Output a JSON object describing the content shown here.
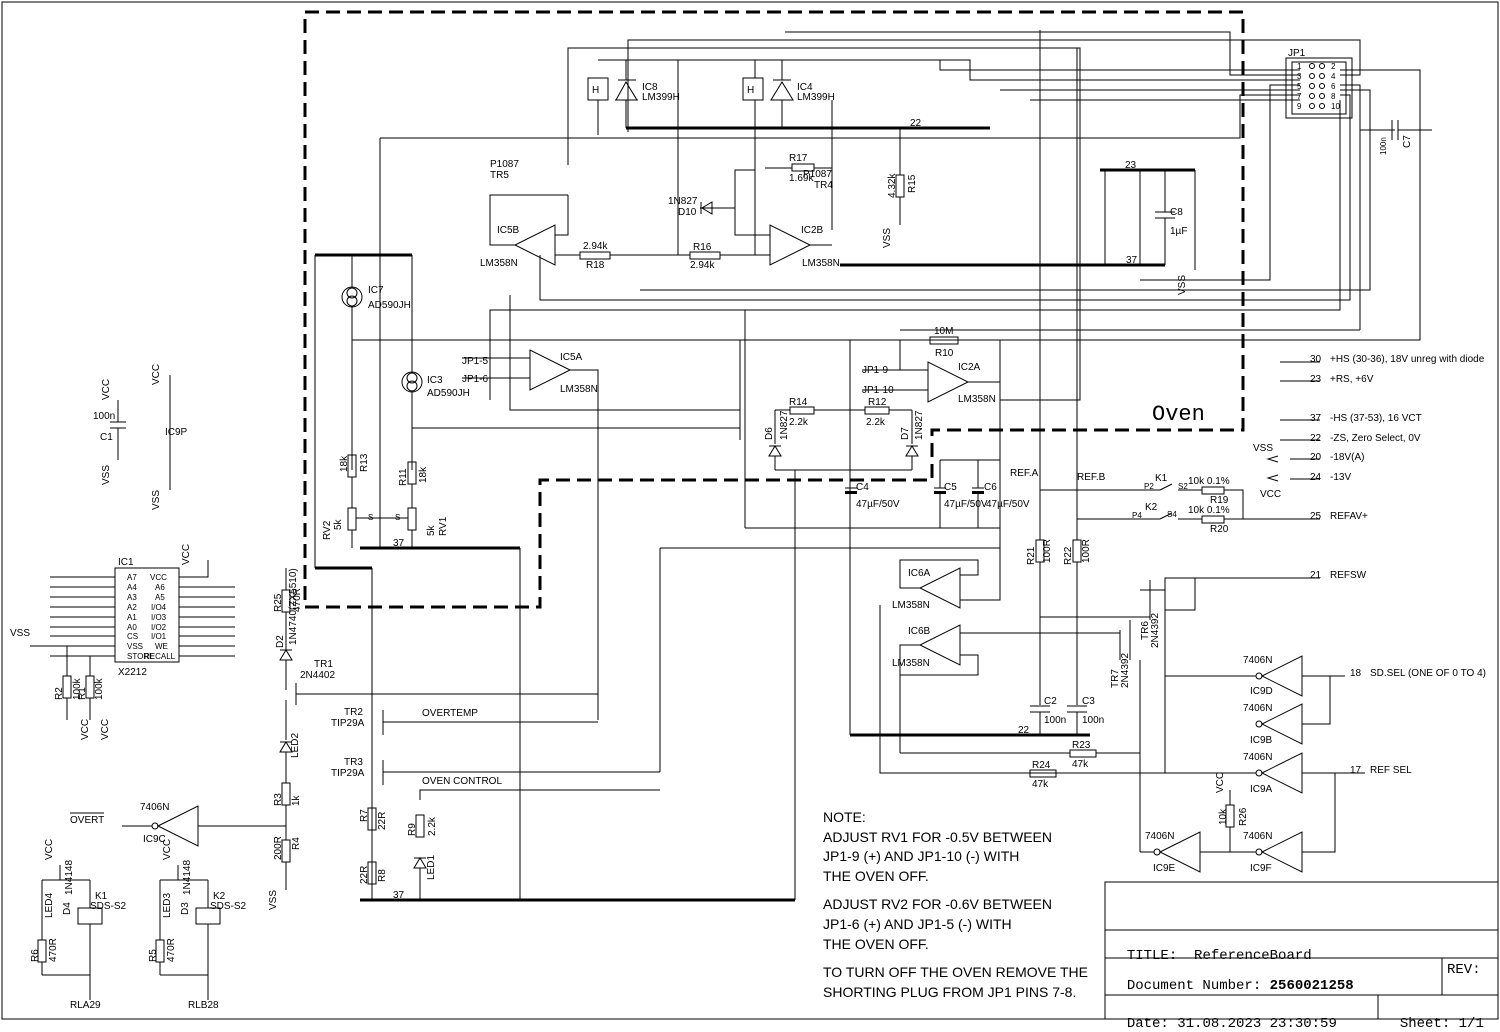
{
  "oven_label": "Oven",
  "note": {
    "heading": "NOTE:",
    "lines1": [
      "ADJUST RV1 FOR -0.5V BETWEEN",
      "JP1-9 (+) AND JP1-10 (-) WITH",
      "THE OVEN OFF."
    ],
    "lines2": [
      "ADJUST RV2 FOR -0.6V BETWEEN",
      "JP1-6 (+) AND JP1-5 (-) WITH",
      "THE OVEN OFF."
    ],
    "lines3": [
      "TO TURN OFF THE OVEN REMOVE THE",
      "SHORTING PLUG FROM JP1 PINS 7-8."
    ]
  },
  "title_block": {
    "title_label": "TITLE:",
    "title_value": "ReferenceBoard",
    "docnum_label": "Document Number:",
    "docnum_value": "2560021258",
    "rev_label": "REV:",
    "date_label": "Date:",
    "date_value": "31.08.2023 23:30:59",
    "sheet_label": "Sheet:",
    "sheet_value": "1/1"
  },
  "connector": {
    "name": "JP1",
    "left_pins": [
      "1",
      "3",
      "5",
      "7",
      "9"
    ],
    "right_pins": [
      "2",
      "4",
      "6",
      "8",
      "10"
    ]
  },
  "nets": [
    {
      "num": "30",
      "label": "+HS (30-36), 18V unreg with diode"
    },
    {
      "num": "23",
      "label": "+RS, +6V"
    },
    {
      "num": "37",
      "label": "-HS (37-53), 16 VCT"
    },
    {
      "num": "22",
      "label": "-ZS, Zero Select, 0V"
    },
    {
      "num": "20",
      "label": "-18V(A)"
    },
    {
      "num": "24",
      "label": "-13V"
    },
    {
      "num": "25",
      "label": "REFAV+"
    },
    {
      "num": "21",
      "label": "REFSW"
    },
    {
      "num": "18",
      "label": "SD.SEL (ONE OF 0 TO 4)"
    },
    {
      "num": "17",
      "label": "REF SEL"
    }
  ],
  "misc": {
    "vss": "VSS",
    "vcc": "VCC",
    "refa": "REF.A",
    "refb": "REF.B",
    "overtemp": "OVERTEMP",
    "oven_control": "OVEN CONTROL",
    "overt": "OVERT",
    "rla": "RLA29",
    "rlb": "RLB28"
  },
  "parts": {
    "ic8": {
      "ref": "IC8",
      "val": "LM399H"
    },
    "ic4": {
      "ref": "IC4",
      "val": "LM399H"
    },
    "ic5b": {
      "ref": "IC5B",
      "val": "LM358N"
    },
    "ic2b": {
      "ref": "IC2B",
      "val": "LM358N"
    },
    "ic5a": {
      "ref": "IC5A",
      "val": "LM358N"
    },
    "ic2a": {
      "ref": "IC2A",
      "val": "LM358N"
    },
    "ic6a": {
      "ref": "IC6A",
      "val": "LM358N"
    },
    "ic6b": {
      "ref": "IC6B",
      "val": "LM358N"
    },
    "ic7": {
      "ref": "IC7",
      "val": "AD590JH"
    },
    "ic3": {
      "ref": "IC3",
      "val": "AD590JH"
    },
    "ic1": {
      "ref": "IC1",
      "val": "X2212"
    },
    "ic9p": {
      "ref": "IC9P"
    },
    "ic9": [
      "IC9A",
      "IC9B",
      "IC9C",
      "IC9D",
      "IC9E",
      "IC9F"
    ],
    "inv": "7406N",
    "tr5": {
      "ref": "TR5",
      "val": "P1087"
    },
    "tr4": {
      "ref": "TR4",
      "val": "P1087"
    },
    "d10": {
      "ref": "D10",
      "val": "1N827"
    },
    "r18": {
      "ref": "R18",
      "val": "2.94k"
    },
    "r16": {
      "ref": "R16",
      "val": "2.94k"
    },
    "r17": {
      "ref": "R17",
      "val": "1.69k"
    },
    "r15": {
      "ref": "R15",
      "val": "4.32k"
    },
    "c8": {
      "ref": "C8",
      "val": "1µF"
    },
    "c7": {
      "ref": "C7",
      "val": "100n"
    },
    "r10": {
      "ref": "R10",
      "val": "10M"
    },
    "r14": {
      "ref": "R14",
      "val": "2.2k"
    },
    "r12": {
      "ref": "R12",
      "val": "2.2k"
    },
    "d6": {
      "ref": "D6",
      "val": "1N827"
    },
    "d7": {
      "ref": "D7",
      "val": "1N827"
    },
    "c4": {
      "ref": "C4",
      "val": "47µF/50V"
    },
    "c5": {
      "ref": "C5",
      "val": "47µF/50V"
    },
    "c6": {
      "ref": "C6",
      "val": "47µF/50V"
    },
    "r13": {
      "ref": "R13",
      "val": "18k"
    },
    "r11": {
      "ref": "R11",
      "val": "18k"
    },
    "rv2": {
      "ref": "RV2",
      "val": "5k"
    },
    "rv1": {
      "ref": "RV1",
      "val": "5k"
    },
    "r19": {
      "ref": "R19",
      "val": "10k 0.1%"
    },
    "r20": {
      "ref": "R20",
      "val": "10k 0.1%"
    },
    "k1": {
      "ref": "K1",
      "val": "SDS-S2"
    },
    "k2": {
      "ref": "K2",
      "val": "SDS-S2"
    },
    "r21": {
      "ref": "R21",
      "val": "100R"
    },
    "r22": {
      "ref": "R22",
      "val": "100R"
    },
    "c2": {
      "ref": "C2",
      "val": "100n"
    },
    "c3": {
      "ref": "C3",
      "val": "100n"
    },
    "tr6": {
      "ref": "TR6",
      "val": "2N4392"
    },
    "tr7": {
      "ref": "TR7",
      "val": "2N4392"
    },
    "r23": {
      "ref": "R23",
      "val": "47k"
    },
    "r24": {
      "ref": "R24",
      "val": "47k"
    },
    "r26": {
      "ref": "R26",
      "val": "10k"
    },
    "r25": {
      "ref": "R25",
      "val": "470R"
    },
    "d2": {
      "ref": "D2",
      "val": "1N4740(ZX5510)"
    },
    "tr1": {
      "ref": "TR1",
      "val": "2N4402"
    },
    "tr2": {
      "ref": "TR2",
      "val": "TIP29A"
    },
    "tr3": {
      "ref": "TR3",
      "val": "TIP29A"
    },
    "led2": {
      "ref": "LED2"
    },
    "led1": {
      "ref": "LED1"
    },
    "r3": {
      "ref": "R3",
      "val": "1k"
    },
    "r4": {
      "ref": "R4",
      "val": "200R"
    },
    "r7": {
      "ref": "R7",
      "val": "22R"
    },
    "r8": {
      "ref": "R8",
      "val": "22R"
    },
    "r9": {
      "ref": "R9",
      "val": "2.2k"
    },
    "c1": {
      "ref": "C1",
      "val": "100n"
    },
    "r1": {
      "ref": "R1",
      "val": "100k"
    },
    "r2": {
      "ref": "R2",
      "val": "100k"
    },
    "r5": {
      "ref": "R5",
      "val": "470R"
    },
    "r6": {
      "ref": "R6",
      "val": "470R"
    },
    "led3": {
      "ref": "LED3"
    },
    "led4": {
      "ref": "LED4"
    },
    "d3": {
      "ref": "D3",
      "val": "1N4148"
    },
    "d4": {
      "ref": "D4",
      "val": "1N4148"
    }
  },
  "x2212_pins": {
    "left": [
      "A7",
      "A4",
      "A3",
      "A2",
      "A1",
      "A0",
      "CS",
      "VSS",
      "STORE"
    ],
    "right": [
      "VCC",
      "A6",
      "A5",
      "I/O4",
      "I/O3",
      "I/O2",
      "I/O1",
      "WE",
      "RECALL"
    ]
  },
  "wire_nums": {
    "n22a": "22",
    "n23": "23",
    "n37a": "37",
    "n37b": "37",
    "n37c": "37",
    "n22b": "22"
  }
}
